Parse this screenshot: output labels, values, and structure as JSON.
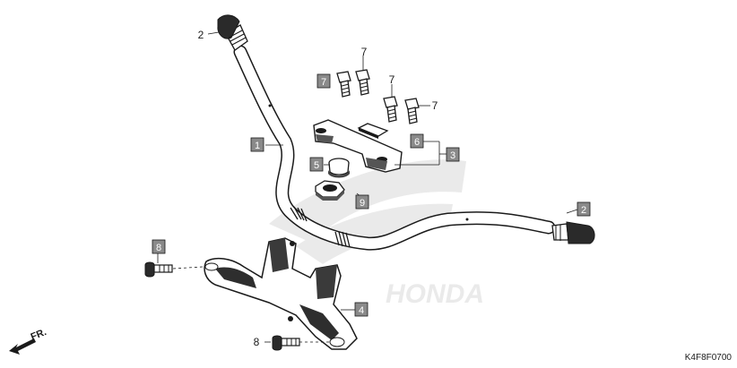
{
  "diagram": {
    "code": "K4F8F0700",
    "front_marker": "FR.",
    "watermark": "HONDA",
    "callouts": [
      {
        "label": "1",
        "boxed": true
      },
      {
        "label": "2",
        "boxed": false
      },
      {
        "label": "2",
        "boxed": true
      },
      {
        "label": "3",
        "boxed": true
      },
      {
        "label": "4",
        "boxed": true
      },
      {
        "label": "5",
        "boxed": true
      },
      {
        "label": "6",
        "boxed": true
      },
      {
        "label": "7",
        "boxed": true
      },
      {
        "label": "7",
        "boxed": false
      },
      {
        "label": "7",
        "boxed": false
      },
      {
        "label": "7",
        "boxed": false
      },
      {
        "label": "8",
        "boxed": true
      },
      {
        "label": "8",
        "boxed": false
      },
      {
        "label": "9",
        "boxed": true
      }
    ]
  },
  "colors": {
    "line": "#1a1a1a",
    "box_fill": "#8a8a8a",
    "box_text": "#ffffff",
    "watermark": "#d9d9d9",
    "part_fill": "#ffffff",
    "part_shade": "#3a3a3a"
  }
}
